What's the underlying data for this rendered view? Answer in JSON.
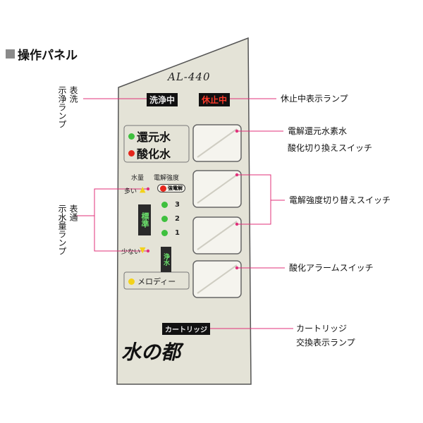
{
  "heading": "操作パネル",
  "panel": {
    "model": "AL-440",
    "lamp_wash": "洗浄中",
    "lamp_pause": "休止中",
    "reduce_label": "還元水",
    "acid_label": "酸化水",
    "water_amount": "水量",
    "strength": "電解強度",
    "many": "多い",
    "few": "少ない",
    "standard": "標準",
    "strong_acid": "強電解",
    "levels": [
      "3",
      "2",
      "1"
    ],
    "purified": "浄水",
    "melody": "メロディー",
    "cartridge": "カートリッジ",
    "brand": "水の都"
  },
  "annotations": {
    "wash_lamp_col1": "表洗",
    "wash_lamp_col2": "示浄ランプ",
    "pause_lamp": "休止中表示ランプ",
    "switch_line1": "電解還元水素水",
    "switch_line2": "酸化切り換えスイッチ",
    "strength_switch": "電解強度切り替えスイッチ",
    "water_lamp_col1": "表通",
    "water_lamp_col2": "示水量ランプ",
    "alarm_switch": "酸化アラームスイッチ",
    "cartridge_line1": "カートリッジ",
    "cartridge_line2": "交換表示ランプ"
  },
  "colors": {
    "panel": "#e4e3d7",
    "leader": "#e0307a",
    "lamp_green": "#3ec03e",
    "lamp_red": "#e6261c",
    "lamp_yellow": "#f3d21a"
  }
}
